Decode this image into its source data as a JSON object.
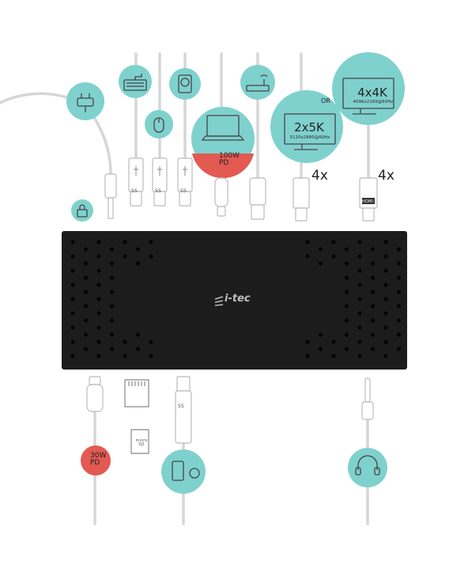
{
  "colors": {
    "teal": "#7fd1ce",
    "red": "#e25a52",
    "dock": "#1c1c1c",
    "cable": "#d6d6d6",
    "outline": "#444444"
  },
  "labels": {
    "or": "OR",
    "monitor_5k_title": "2x5K",
    "monitor_5k_res": "5120x2880@60Hz",
    "monitor_4k_title": "4x4K",
    "monitor_4k_res": "4096x2160@60Hz",
    "dp_count": "4x",
    "hdmi_count": "4x",
    "pd_upstream": "100W PD",
    "pd_front": "30W PD",
    "brand": "i-tec",
    "usb_ss": "SS",
    "micro_sd": "micro SD",
    "hdmi": "HDMI"
  },
  "icons": {
    "power": "power-plug-icon",
    "keyboard": "keyboard-icon",
    "mouse": "mouse-icon",
    "hdd": "hard-drive-icon",
    "laptop": "laptop-icon",
    "router": "router-icon",
    "monitor": "monitor-icon",
    "lock": "lock-icon",
    "phone_tablet": "phone-tablet-charging-icon",
    "headset": "headset-icon",
    "sd_card": "sd-card-icon",
    "micro_sd": "micro-sd-card-icon"
  }
}
